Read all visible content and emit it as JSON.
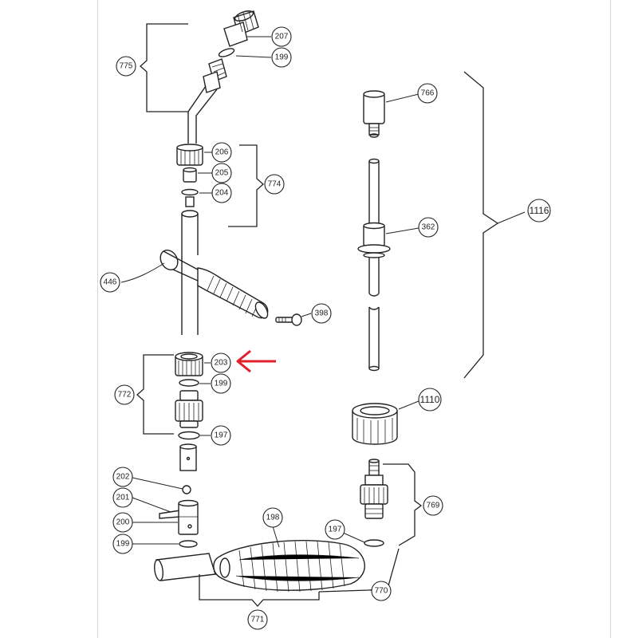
{
  "diagram": {
    "callouts": {
      "c207": "207",
      "c199_top": "199",
      "c775": "775",
      "c206": "206",
      "c205": "205",
      "c204": "204",
      "c774": "774",
      "c446": "446",
      "c398": "398",
      "c203": "203",
      "c199_mid": "199",
      "c772": "772",
      "c197_mid": "197",
      "c202": "202",
      "c201": "201",
      "c200": "200",
      "c199_bot": "199",
      "c198": "198",
      "c771": "771",
      "c770": "770",
      "c766": "766",
      "c362": "362",
      "c1116": "1116",
      "c1110": "1110",
      "c769": "769",
      "c197_right": "197"
    },
    "highlight_color": "#e0202a",
    "highlighted_part": "203"
  }
}
